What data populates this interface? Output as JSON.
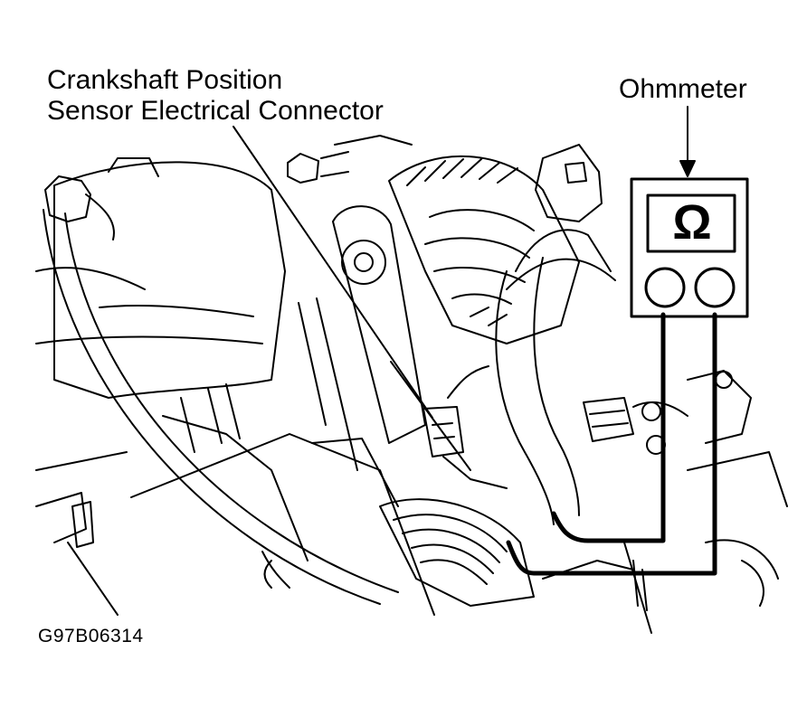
{
  "labels": {
    "crankshaft_line1": "Crankshaft Position",
    "crankshaft_line2": "Sensor Electrical Connector",
    "ohmmeter": "Ohmmeter",
    "figure_code": "G97B06314"
  },
  "meter": {
    "symbol": "Ω",
    "probe_lead_color": "#000000"
  }
}
